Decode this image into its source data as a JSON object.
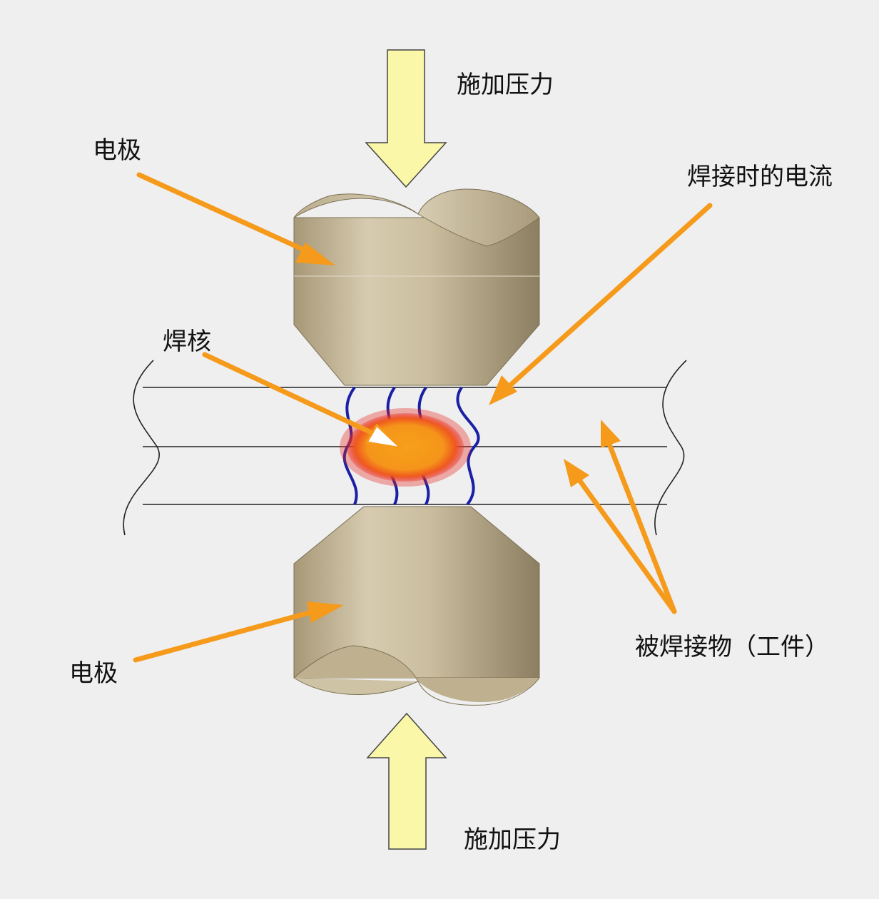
{
  "labels": {
    "force_top": "施加压力",
    "force_bottom": "施加压力",
    "electrode_top": "电极",
    "electrode_bottom": "电极",
    "current": "焊接时的电流",
    "nugget": "焊核",
    "workpiece": "被焊接物（工件）"
  },
  "colors": {
    "background": "#efefef",
    "electrode": "#c9bb9c",
    "arrow_orange": "#f59a1b",
    "force_arrow": "#fbf7a8",
    "current_wave": "#1a1fa6",
    "nugget_core": "#f7a21c",
    "nugget_edge": "#e8261e"
  }
}
